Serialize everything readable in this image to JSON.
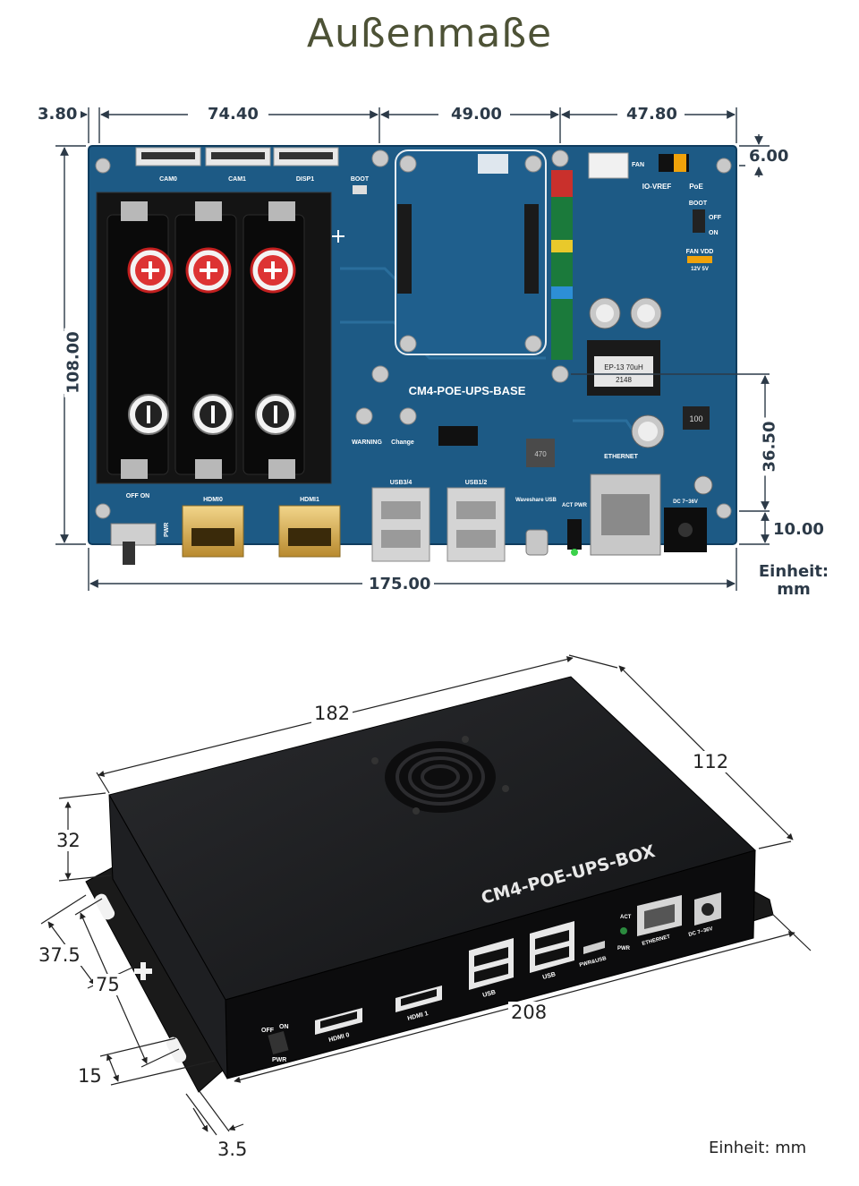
{
  "title": "Außenmaße",
  "board": {
    "dims": {
      "left_margin": "3.80",
      "width_a": "74.40",
      "width_b": "49.00",
      "width_c": "47.80",
      "top_right": "6.00",
      "height": "108.00",
      "right_mid": "36.50",
      "right_bottom": "10.00",
      "total_width": "175.00"
    },
    "unit": "Einheit: mm",
    "silk_name": "CM4-POE-UPS-BASE",
    "labels": {
      "cam0": "CAM0",
      "cam1": "CAM1",
      "disp1": "DISP1",
      "boot": "BOOT",
      "io_vref": "IO-VREF",
      "poe": "PoE",
      "fan": "FAN",
      "boot2": "BOOT",
      "off": "OFF",
      "on": "ON",
      "fan_vdd": "FAN VDD",
      "fan_vdd_v": "12V 5V",
      "hdmi0": "HDMI0",
      "hdmi1": "HDMI1",
      "usb34": "USB3/4",
      "usb12": "USB1/2",
      "waveshare_usb": "Waveshare USB",
      "act_pwr": "ACT PWR",
      "ethernet": "ETHERNET",
      "dc": "DC 7~36V",
      "warning": "WARNING",
      "change": "Change",
      "pwr": "PWR",
      "off_on": "OFF ON",
      "inductor": "EP-13 70uH",
      "inductor_2": "2148",
      "cap": "100",
      "cap2": "470"
    }
  },
  "box": {
    "dims": {
      "length": "182",
      "depth": "112",
      "height": "32",
      "mount_a": "37.5",
      "mount_b": "75",
      "total": "208",
      "flange": "15",
      "thickness": "3.5"
    },
    "unit": "Einheit: mm",
    "name": "CM4-POE-UPS-BOX",
    "labels": {
      "off": "OFF",
      "on": "ON",
      "pwr": "PWR",
      "hdmi0": "HDMI 0",
      "hdmi1": "HDMI 1",
      "usb_a": "USB",
      "usb_b": "USB",
      "pwr_usb": "PWR&USB",
      "act": "ACT",
      "pwr2": "PWR",
      "ethernet": "ETHERNET",
      "dc": "DC 7~36V"
    }
  }
}
